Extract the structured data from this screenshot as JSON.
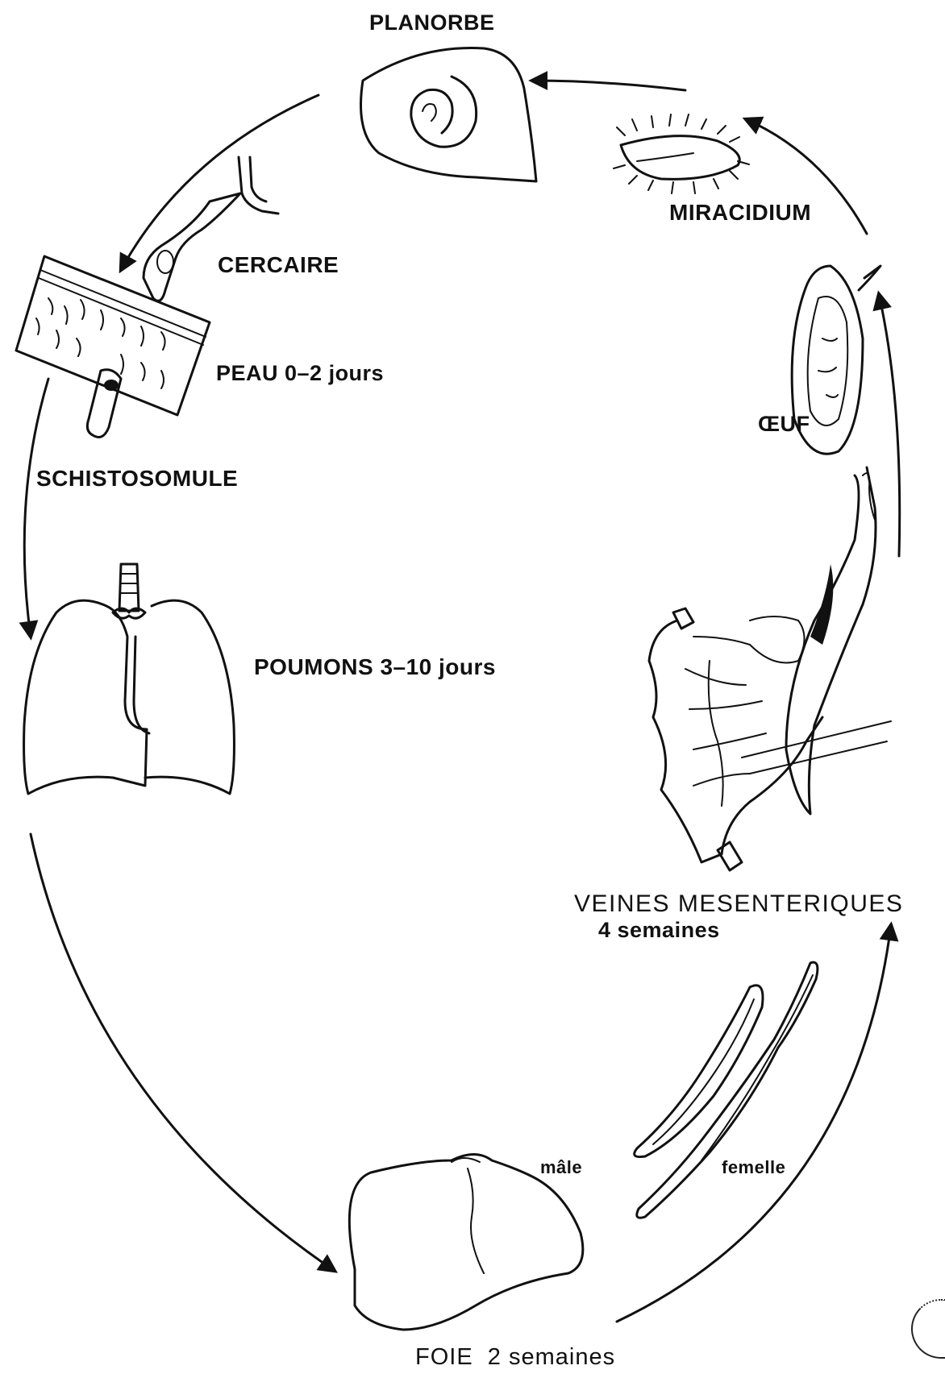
{
  "labels": {
    "planorbe": "PLANORBE",
    "miracidium": "MIRACIDIUM",
    "cercaire": "CERCAIRE",
    "peau": "PEAU 0–2 jours",
    "oeuf": "ŒUF",
    "schistosomule": "SCHISTOSOMULE",
    "poumons": "POUMONS 3–10 jours",
    "veines_line1": "VEINES MESENTERIQUES",
    "veines_line2": "4 semaines",
    "male": "mâle",
    "femelle": "femelle",
    "foie": "FOIE  2 semaines"
  },
  "colors": {
    "ink": "#111111",
    "paper": "#ffffff"
  }
}
